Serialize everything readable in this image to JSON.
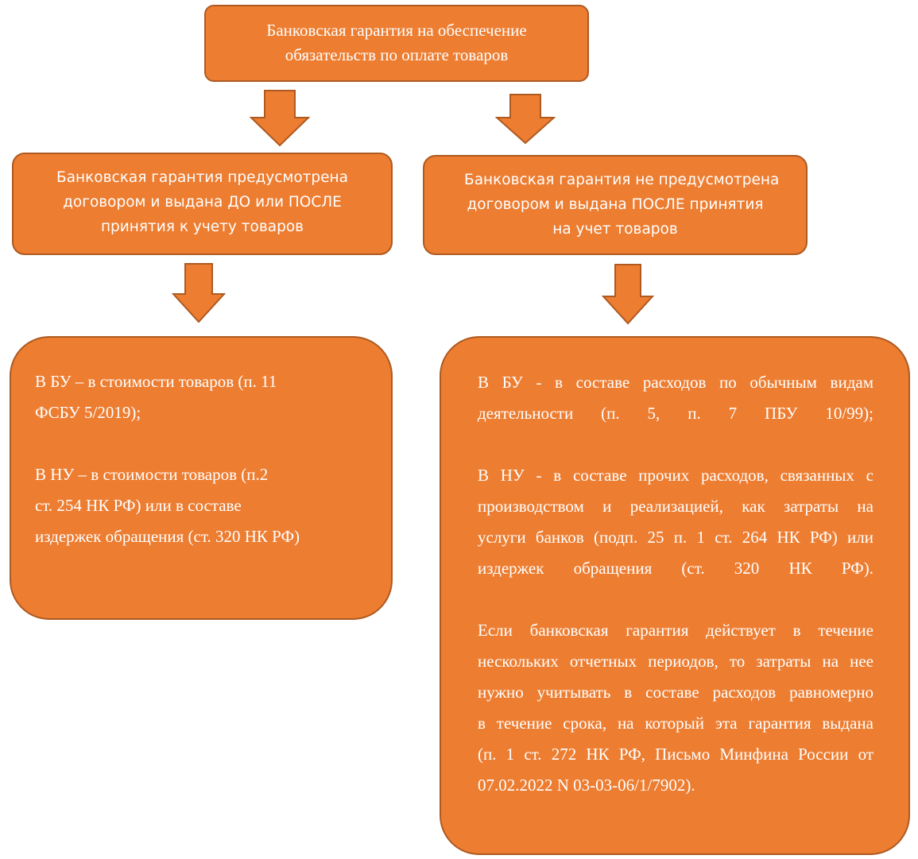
{
  "top": {
    "line1": "Банковская гарантия на обеспечение",
    "line2": "обязательств по оплате товаров"
  },
  "left_branch": {
    "header": {
      "line1": "Банковская гарантия предусмотрена",
      "line2": "договором и выдана ДО или ПОСЛЕ",
      "line3": "принятия к учету товаров"
    },
    "details": {
      "bu_line1": "В БУ – в стоимости товаров (п. 11",
      "bu_line2": "ФСБУ 5/2019);",
      "nu_line1": "В НУ – в стоимости товаров (п.2",
      "nu_line2": "ст. 254 НК РФ) или в составе",
      "nu_line3": "издержек обращения (ст. 320 НК РФ)"
    }
  },
  "right_branch": {
    "header": {
      "line1": "Банковская гарантия не предусмотрена",
      "line2": "договором и выдана ПОСЛЕ принятия",
      "line3": "на учет товаров"
    },
    "details": {
      "bu_line1": "В БУ - в составе расходов по обычным видам",
      "bu_line2": "деятельности (п. 5, п. 7 ПБУ 10/99);",
      "nu_line1": "В НУ - в составе прочих расходов, связанных с",
      "nu_line2": "производством и реализацией, как затраты на",
      "nu_line3": "услуги банков (подп. 25 п. 1 ст. 264 НК РФ) или",
      "nu_line4": "издержек обращения (ст. 320 НК РФ).",
      "period_line1": "Если банковская гарантия действует в течение",
      "period_line2": "нескольких отчетных периодов, то затраты на нее",
      "period_line3": "нужно учитывать в составе расходов равномерно",
      "period_line4": "в течение срока, на который эта гарантия выдана",
      "period_line5": "(п. 1 ст. 272 НК РФ, Письмо Минфина России от",
      "period_line6": "07.02.2022 N 03-03-06/1/7902)."
    }
  },
  "colors": {
    "box_fill": "#ed7d31",
    "box_border": "#ae5a21",
    "text": "#ffffff"
  }
}
